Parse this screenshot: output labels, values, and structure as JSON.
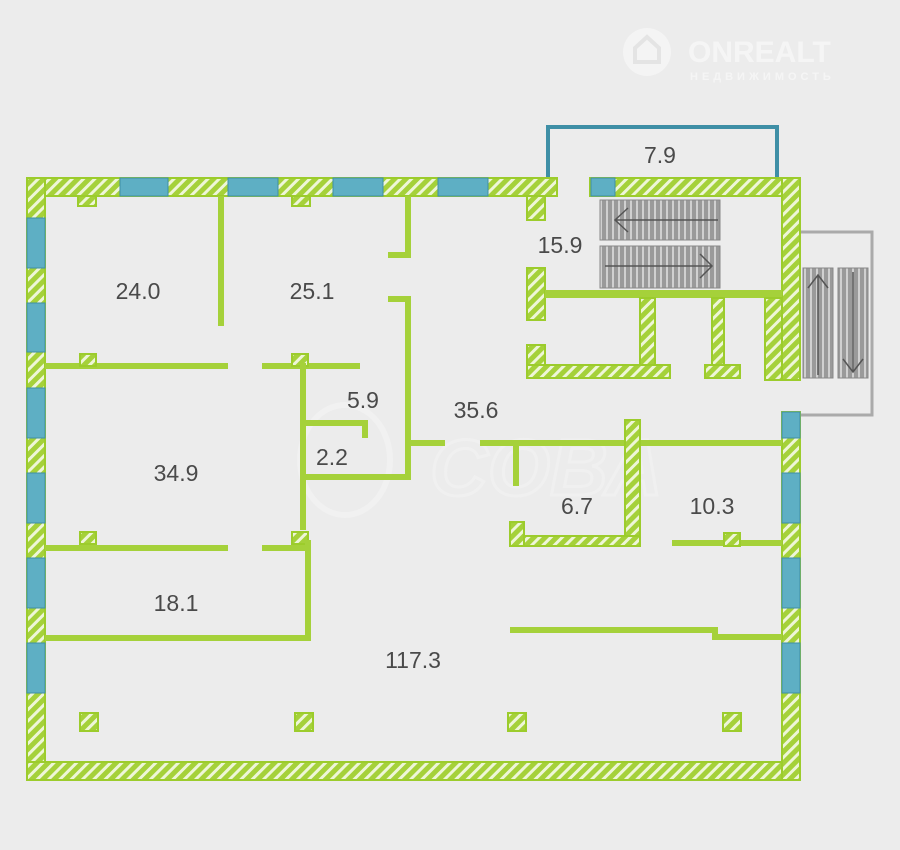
{
  "watermark": {
    "brand": "ONREALT",
    "subtitle": "НЕДВИЖИМОСТЬ",
    "center_mark": "СОВА"
  },
  "rooms": [
    {
      "id": "r1",
      "area": "24.0"
    },
    {
      "id": "r2",
      "area": "25.1"
    },
    {
      "id": "r3",
      "area": "7.9"
    },
    {
      "id": "r4",
      "area": "15.9"
    },
    {
      "id": "r5",
      "area": "5.9"
    },
    {
      "id": "r6",
      "area": "35.6"
    },
    {
      "id": "r7",
      "area": "2.2"
    },
    {
      "id": "r8",
      "area": "34.9"
    },
    {
      "id": "r9",
      "area": "6.7"
    },
    {
      "id": "r10",
      "area": "10.3"
    },
    {
      "id": "r11",
      "area": "18.1"
    },
    {
      "id": "r12",
      "area": "117.3"
    }
  ],
  "colors": {
    "wall": "#a5d13a",
    "window": "#5eafc4",
    "background": "#ececec"
  }
}
